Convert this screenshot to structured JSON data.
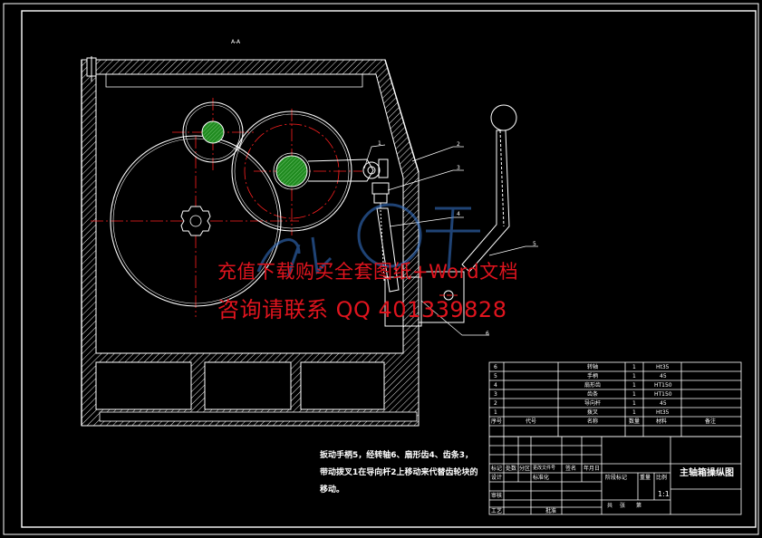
{
  "section_label": "A-A",
  "balloons": [
    "1",
    "2",
    "3",
    "4",
    "5",
    "6"
  ],
  "watermark": {
    "line1": "充值下载购买全套图纸+Word文档",
    "line2": "咨询请联系 QQ 401339828"
  },
  "note": "扳动手柄5，经转轴6、扇形齿4、齿条3，带动拨叉1在导向杆2上移动来代替齿轮块的移动。",
  "parts_list": {
    "rows": [
      {
        "no": "6",
        "code": "",
        "name": "转轴",
        "qty": "1",
        "material": "Ht35",
        "remark": ""
      },
      {
        "no": "5",
        "code": "",
        "name": "手柄",
        "qty": "1",
        "material": "45",
        "remark": ""
      },
      {
        "no": "4",
        "code": "",
        "name": "扇形齿",
        "qty": "1",
        "material": "HT150",
        "remark": ""
      },
      {
        "no": "3",
        "code": "",
        "name": "齿条",
        "qty": "1",
        "material": "HT150",
        "remark": ""
      },
      {
        "no": "2",
        "code": "",
        "name": "导向杆",
        "qty": "1",
        "material": "45",
        "remark": ""
      },
      {
        "no": "1",
        "code": "",
        "name": "拨叉",
        "qty": "1",
        "material": "Ht35",
        "remark": ""
      }
    ],
    "header": {
      "no": "序号",
      "code": "代号",
      "name": "名称",
      "qty": "数量",
      "material": "材料",
      "remark": "备注"
    }
  },
  "title_block": {
    "drawing_title": "主轴箱操纵图",
    "scale": "1:1",
    "labels": {
      "mark": "标记",
      "count": "处数",
      "zone": "分区",
      "change_doc": "更改文件号",
      "signature": "签名",
      "date": "年月日",
      "stage_mark": "阶段标记",
      "weight": "重量",
      "ratio": "比例",
      "design": "设计",
      "standardize": "标准化",
      "review": "审核",
      "process": "工艺",
      "approve": "批准",
      "sheet_total": "共",
      "sheet": "张",
      "sheet_no": "第"
    }
  },
  "colors": {
    "background": "#000000",
    "line": "#ffffff",
    "centerline": "#ff2020",
    "hatch": "#ffffff",
    "shaft_fill": "#1f8a1f",
    "watermark": "#e0141e",
    "logo": "#3a7bd5"
  }
}
